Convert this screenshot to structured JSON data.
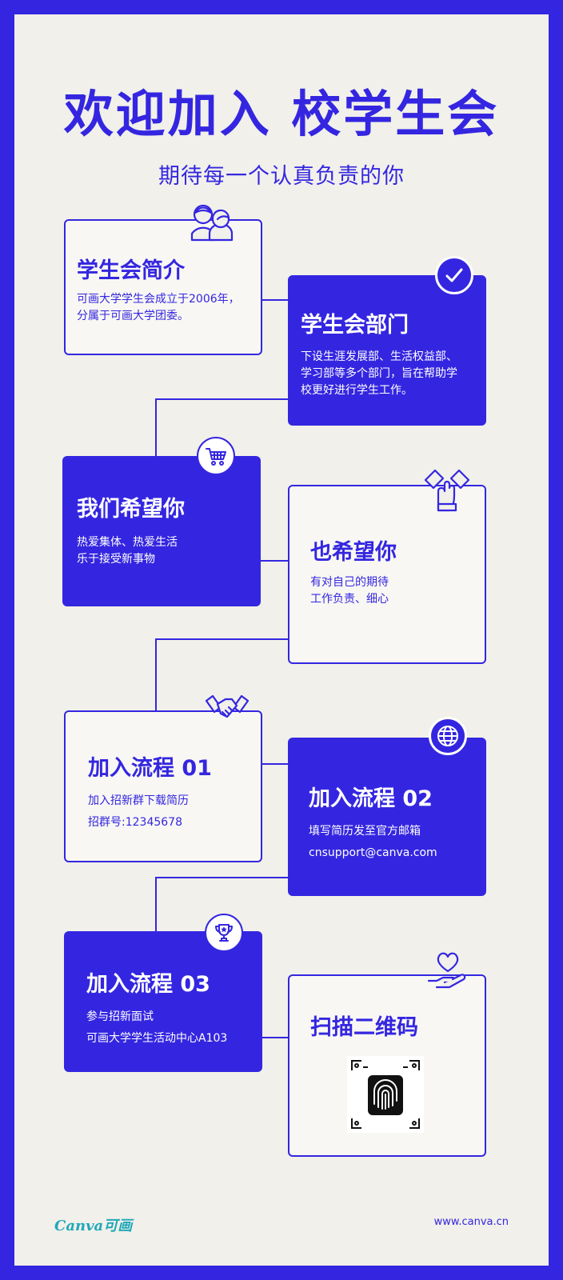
{
  "header": {
    "title": "欢迎加入  校学生会",
    "subtitle": "期待每一个认真负责的你"
  },
  "cards": [
    {
      "title": "学生会简介",
      "lines": [
        "可画大学学生会成立于2006年，",
        "分属于可画大学团委。"
      ],
      "icon": "people-icon"
    },
    {
      "title": "学生会部门",
      "lines": [
        "下设生涯发展部、生活权益部、",
        "学习部等多个部门，旨在帮助学",
        "校更好进行学生工作。"
      ],
      "icon": "check-circle-icon"
    },
    {
      "title": "我们希望你",
      "lines": [
        "热爱集体、热爱生活",
        "乐于接受新事物"
      ],
      "icon": "shopping-cart-icon"
    },
    {
      "title": "也希望你",
      "lines": [
        "有对自己的期待",
        "工作负责、细心"
      ],
      "icon": "team-hands-icon"
    },
    {
      "title": "加入流程 01",
      "lines": [
        "加入招新群下载简历",
        "招群号:12345678"
      ],
      "icon": "handshake-icon"
    },
    {
      "title": "加入流程 02",
      "lines": [
        "填写简历发至官方邮箱",
        "cnsupport@canva.com"
      ],
      "icon": "globe-icon"
    },
    {
      "title": "加入流程 03",
      "lines": [
        "参与招新面试",
        "可画大学学生活动中心A103"
      ],
      "icon": "trophy-icon"
    },
    {
      "title": "扫描二维码",
      "lines": [],
      "icon": "heart-hand-icon"
    }
  ],
  "footer": {
    "logo": "Canva可画",
    "url": "www.canva.cn"
  },
  "colors": {
    "accent": "#3426e0",
    "background": "#f1f0ea",
    "white": "#ffffff"
  }
}
